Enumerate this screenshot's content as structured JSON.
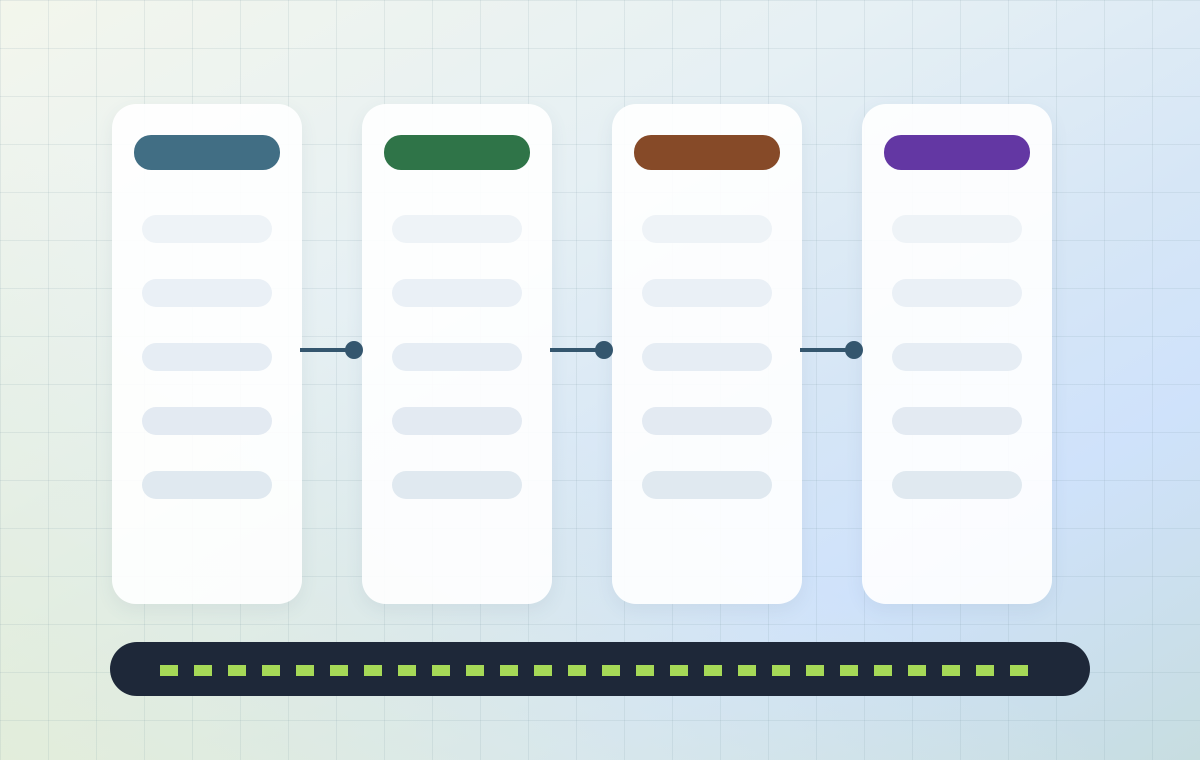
{
  "colors": {
    "column_headers": [
      "#416e84",
      "#2f7448",
      "#864a28",
      "#6337a3"
    ],
    "row_fills": [
      "#eef3f7",
      "#eaf0f6",
      "#e6edf4",
      "#e3eaf2",
      "#e0e9f0"
    ],
    "connector": "#34566e",
    "status_bar": "#1e2839",
    "status_segment": "#a6d957"
  },
  "diagram": {
    "column_count": 4,
    "rows_per_column": 5,
    "connector_count": 3,
    "status_segment_count": 26
  }
}
